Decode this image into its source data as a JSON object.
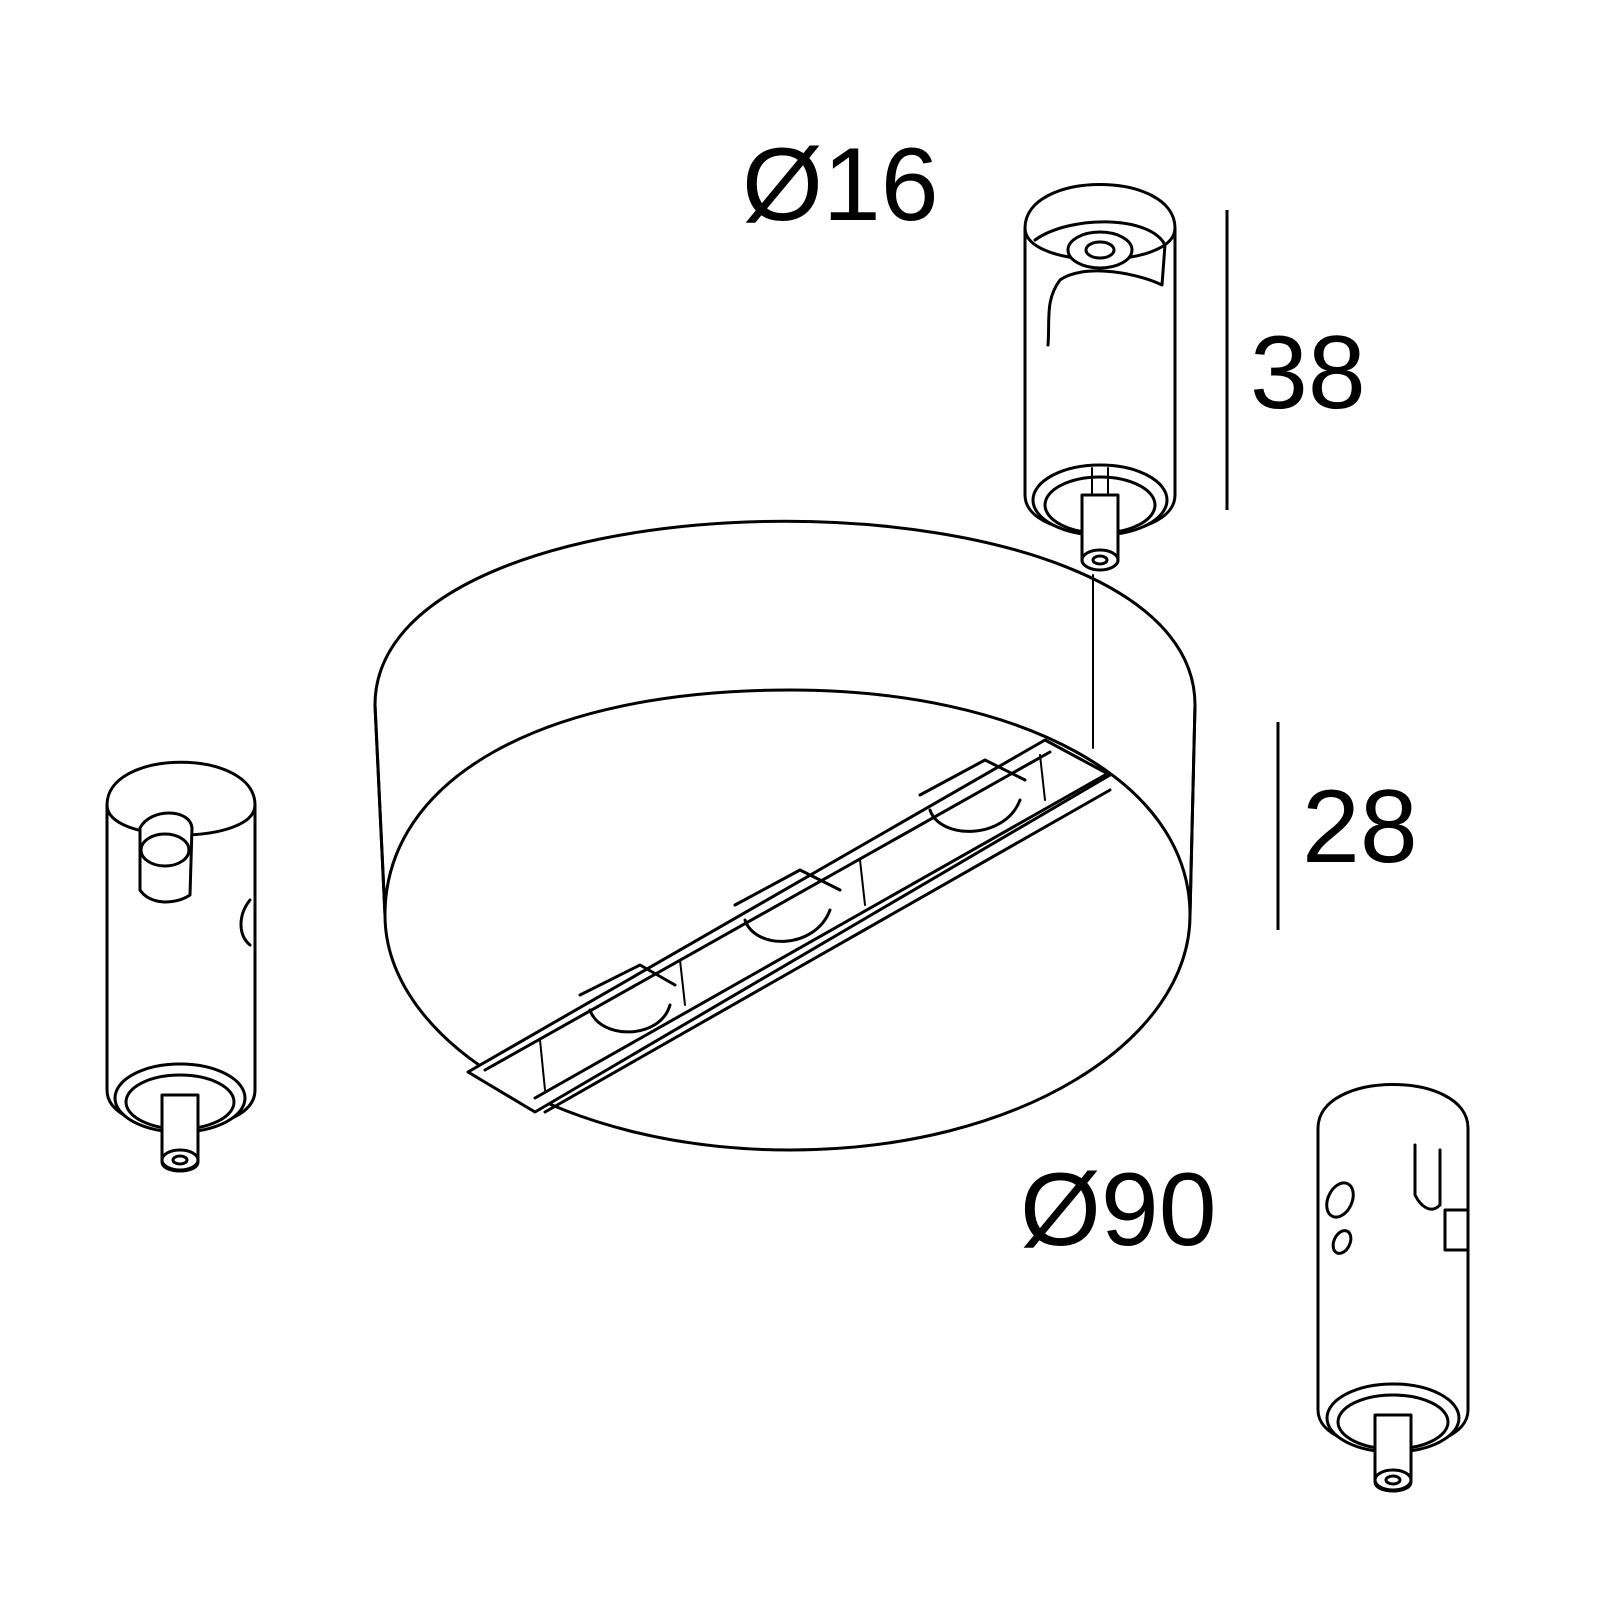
{
  "dimensions": {
    "cap_diameter": "Ø16",
    "cap_height": "38",
    "body_height": "28",
    "body_diameter": "Ø90"
  },
  "colors": {
    "line": "#000000",
    "background": "#ffffff"
  }
}
